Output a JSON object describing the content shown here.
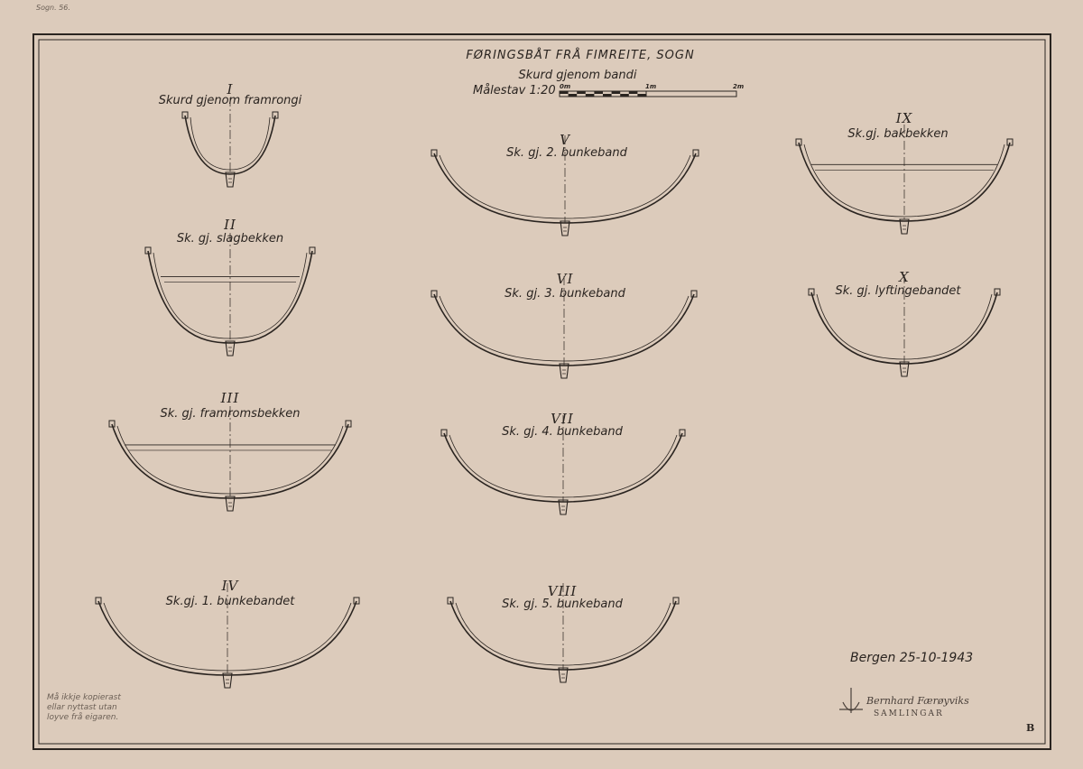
{
  "sheet": {
    "corner_note": "Sogn. 56.",
    "title": "FØRINGSBÅT FRÅ FIMREITE, SOGN",
    "subtitle": "Skurd gjenom bandi",
    "scale_label": "Målestav 1:20",
    "scale_ticks": [
      "0m",
      "1m",
      "2m"
    ],
    "date": "Bergen 25-10-1943",
    "copy_note": "Må ikkje kopierast\nellar nyttast utan\nloyve frå eigaren.",
    "signature": "Bernhard Færøyviks",
    "collection": "SAMLINGAR",
    "corner_mark": "B"
  },
  "sections": [
    {
      "numeral": "I",
      "label": "Skurd gjenom framrongi"
    },
    {
      "numeral": "II",
      "label": "Sk. gj. slagbekken"
    },
    {
      "numeral": "III",
      "label": "Sk. gj. framromsbekken"
    },
    {
      "numeral": "IV",
      "label": "Sk.gj. 1. bunkebandet"
    },
    {
      "numeral": "V",
      "label": "Sk. gj. 2. bunkeband"
    },
    {
      "numeral": "VI",
      "label": "Sk. gj. 3. bunkeband"
    },
    {
      "numeral": "VII",
      "label": "Sk. gj. 4. bunkeband"
    },
    {
      "numeral": "VIII",
      "label": "Sk. gj. 5. bunkeband"
    },
    {
      "numeral": "IX",
      "label": "Sk.gj. bakbekken"
    },
    {
      "numeral": "X",
      "label": "Sk. gj. lyftingebandet"
    }
  ]
}
